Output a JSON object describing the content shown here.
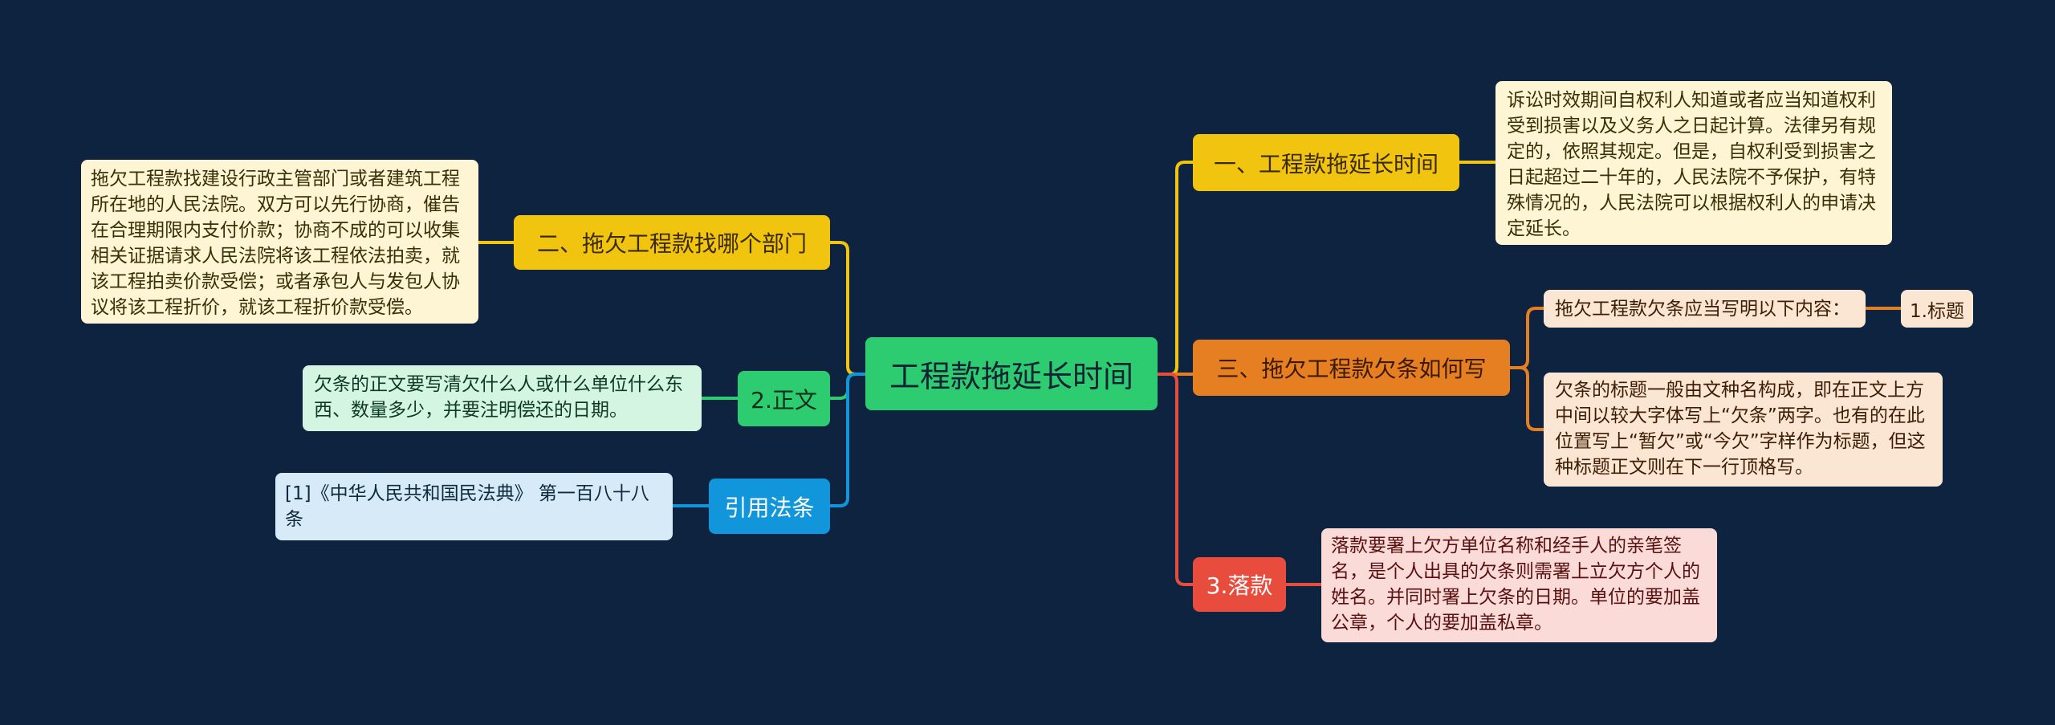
{
  "center": {
    "label": "工程款拖延长时间"
  },
  "right": [
    {
      "label": "一、工程款拖延长时间",
      "details": [
        "诉讼时效期间自权利人知道或者应当知道权利受到损害以及义务人之日起计算。法律另有规定的，依照其规定。但是，自权利受到损害之日起超过二十年的，人民法院不予保护，有特殊情况的，人民法院可以根据权利人的申请决定延长。"
      ]
    },
    {
      "label": "三、拖欠工程款欠条如何写",
      "details": [
        "拖欠工程款欠条应当写明以下内容：",
        "欠条的标题一般由文种名构成，即在正文上方中间以较大字体写上“欠条”两字。也有的在此位置写上“暂欠”或“今欠”字样作为标题，但这种标题正文则在下一行顶格写。"
      ],
      "sub": "1.标题"
    },
    {
      "label": "3.落款",
      "details": [
        "落款要署上欠方单位名称和经手人的亲笔签名，是个人出具的欠条则需署上立欠方个人的姓名。并同时署上欠条的日期。单位的要加盖公章，个人的要加盖私章。"
      ]
    }
  ],
  "left": [
    {
      "label": "二、拖欠工程款找哪个部门",
      "details": [
        "拖欠工程款找建设行政主管部门或者建筑工程所在地的人民法院。双方可以先行协商，催告在合理期限内支付价款；协商不成的可以收集相关证据请求人民法院将该工程依法拍卖，就该工程拍卖价款受偿；或者承包人与发包人协议将该工程折价，就该工程折价款受偿。"
      ]
    },
    {
      "label": "2.正文",
      "details": [
        "欠条的正文要写清欠什么人或什么单位什么东西、数量多少，并要注明偿还的日期。"
      ]
    },
    {
      "label": "引用法条",
      "details": [
        "[1]《中华人民共和国民法典》 第一百八十八条"
      ]
    }
  ],
  "colors": {
    "background": "#0e2340",
    "yellow": "#f1c40f",
    "orange": "#e67e22",
    "red": "#e74c3c",
    "green": "#2ecc71",
    "blue": "#1296db"
  }
}
